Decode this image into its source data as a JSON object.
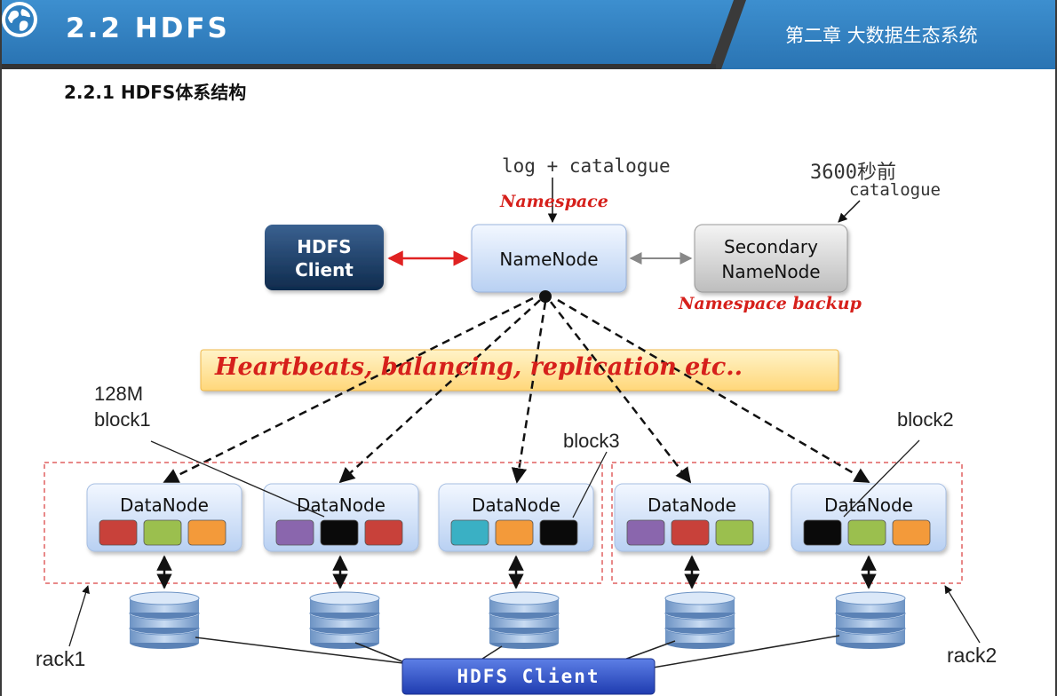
{
  "header": {
    "title": "2.2 HDFS",
    "chapter": "第二章  大数据生态系统",
    "icon": "globe-icon",
    "colors": {
      "bar": "#2f7fbf",
      "dark": "#333333"
    }
  },
  "section": {
    "heading": "2.2.1 HDFS体系结构"
  },
  "diagram": {
    "top_label": "log + catalogue",
    "namespace_label": "Namespace",
    "backup_time": "3600秒前",
    "backup_catalogue": "catalogue",
    "backup_label": "Namespace backup",
    "client_top": {
      "line1": "HDFS",
      "line2": "Client"
    },
    "namenode": "NameNode",
    "secondary": {
      "line1": "Secondary",
      "line2": "NameNode"
    },
    "banner": "Heartbeats, balancing, replication etc..",
    "block1": {
      "size": "128M",
      "name": "block1"
    },
    "block2": "block2",
    "block3": "block3",
    "datanode_label": "DataNode",
    "rack1": "rack1",
    "rack2": "rack2",
    "client_bottom": "HDFS Client",
    "block_colors": {
      "red": "#c8413a",
      "green": "#9bbf4e",
      "orange": "#f39a3a",
      "purple": "#8a66ad",
      "black": "#0a0a0a",
      "teal": "#3ab0c4"
    },
    "datanodes": [
      {
        "blocks": [
          "red",
          "green",
          "orange"
        ]
      },
      {
        "blocks": [
          "purple",
          "black",
          "red"
        ]
      },
      {
        "blocks": [
          "teal",
          "orange",
          "black"
        ]
      },
      {
        "blocks": [
          "purple",
          "red",
          "green"
        ]
      },
      {
        "blocks": [
          "black",
          "green",
          "orange"
        ]
      }
    ]
  }
}
